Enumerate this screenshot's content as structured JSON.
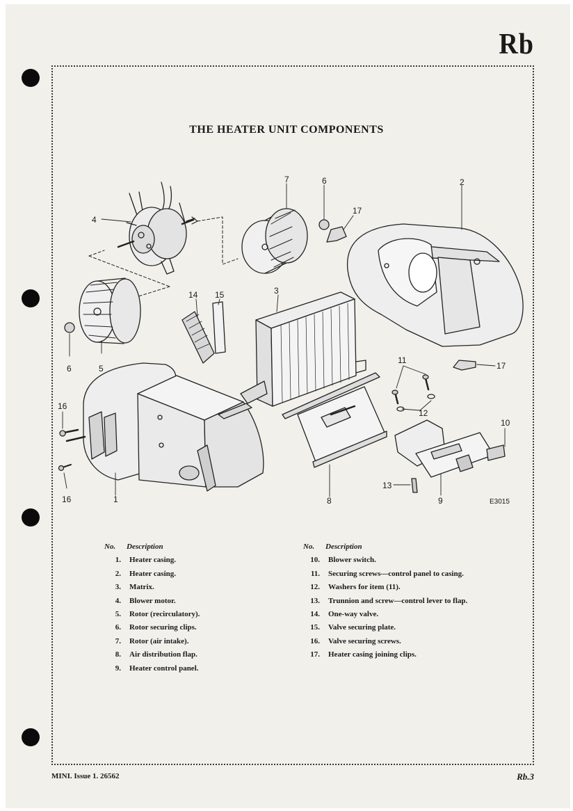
{
  "section_code": "Rb",
  "title": "THE HEATER UNIT COMPONENTS",
  "figure_ref": "E3015",
  "callouts": {
    "c1": "1",
    "c2": "2",
    "c3": "3",
    "c4": "4",
    "c5": "5",
    "c6a": "6",
    "c6b": "6",
    "c7": "7",
    "c8": "8",
    "c9": "9",
    "c10": "10",
    "c11": "11",
    "c12": "12",
    "c13": "13",
    "c14": "14",
    "c15": "15",
    "c16a": "16",
    "c16b": "16",
    "c17a": "17",
    "c17b": "17"
  },
  "legend": {
    "header_no": "No.",
    "header_desc": "Description",
    "left": [
      {
        "no": "1.",
        "desc": "Heater casing."
      },
      {
        "no": "2.",
        "desc": "Heater casing."
      },
      {
        "no": "3.",
        "desc": "Matrix."
      },
      {
        "no": "4.",
        "desc": "Blower motor."
      },
      {
        "no": "5.",
        "desc": "Rotor (recirculatory)."
      },
      {
        "no": "6.",
        "desc": "Rotor securing clips."
      },
      {
        "no": "7.",
        "desc": "Rotor (air intake)."
      },
      {
        "no": "8.",
        "desc": "Air distribution flap."
      },
      {
        "no": "9.",
        "desc": "Heater control panel."
      }
    ],
    "right": [
      {
        "no": "10.",
        "desc": "Blower switch."
      },
      {
        "no": "11.",
        "desc": "Securing screws—control panel to casing."
      },
      {
        "no": "12.",
        "desc": "Washers for item (11)."
      },
      {
        "no": "13.",
        "desc": "Trunnion and screw—control lever to flap."
      },
      {
        "no": "14.",
        "desc": "One-way valve."
      },
      {
        "no": "15.",
        "desc": "Valve securing plate."
      },
      {
        "no": "16.",
        "desc": "Valve securing screws."
      },
      {
        "no": "17.",
        "desc": "Heater casing joining clips."
      }
    ]
  },
  "footer": {
    "left": "MINI.   Issue 1.   26562",
    "right": "Rb.3"
  }
}
